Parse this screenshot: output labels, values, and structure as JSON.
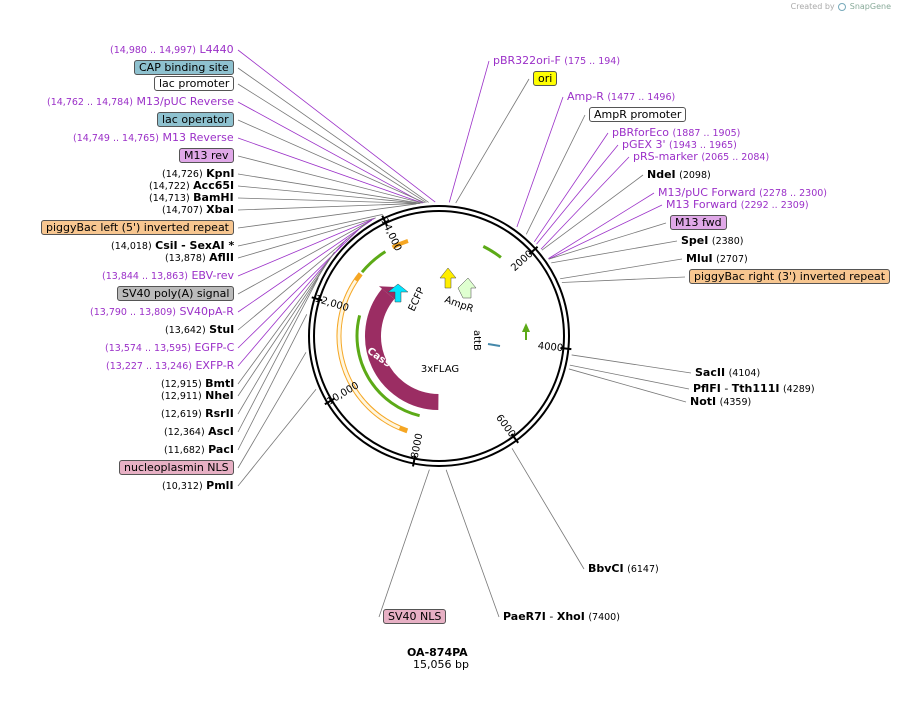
{
  "header": {
    "credit": "Created by",
    "brand": "SnapGene"
  },
  "plasmid": {
    "name": "OA-874PA",
    "size": "15,056 bp",
    "length": 15056
  },
  "colors": {
    "primer": "#9b30c8",
    "cas9": "#9b2d63",
    "ecfp": "#00e5ff",
    "ampr": "#ffee00",
    "amprPromoter": "#dfffd0",
    "arrowGreen": "#5caa17",
    "piggyBac": "#f5a623"
  },
  "ticks": [
    {
      "label": "2000",
      "bp": 2000
    },
    {
      "label": "4000",
      "bp": 4000
    },
    {
      "label": "6000",
      "bp": 6000
    },
    {
      "label": "8000",
      "bp": 8000
    },
    {
      "label": "10,000",
      "bp": 10000
    },
    {
      "label": "12,000",
      "bp": 12000
    },
    {
      "label": "14,000",
      "bp": 14000
    }
  ],
  "features": {
    "cas9": "Cas9",
    "flag": "3xFLAG",
    "ecfp": "ECFP",
    "ampr": "AmpR",
    "attb": "attB"
  },
  "left_labels": [
    {
      "kind": "primer",
      "name": "L4440",
      "pos": "(14,980 .. 14,997)",
      "bp": 14988
    },
    {
      "kind": "box",
      "style": "box-blue",
      "name": "CAP binding site",
      "bp": 14870
    },
    {
      "kind": "box",
      "style": "box-white",
      "name": "lac promoter",
      "bp": 14830
    },
    {
      "kind": "primer",
      "name": "M13/pUC Reverse",
      "pos": "(14,762 .. 14,784)",
      "bp": 14773
    },
    {
      "kind": "box",
      "style": "box-blue",
      "name": "lac operator",
      "bp": 14800
    },
    {
      "kind": "primer",
      "name": "M13 Reverse",
      "pos": "(14,749 .. 14,765)",
      "bp": 14757
    },
    {
      "kind": "box",
      "style": "box-purple",
      "name": "M13 rev",
      "bp": 14757
    },
    {
      "kind": "site",
      "name": "KpnI",
      "pos": "(14,726)",
      "bp": 14726
    },
    {
      "kind": "site",
      "name": "Acc65I",
      "pos": "(14,722)",
      "bp": 14722
    },
    {
      "kind": "site",
      "name": "BamHI",
      "pos": "(14,713)",
      "bp": 14713
    },
    {
      "kind": "site",
      "name": "XbaI",
      "pos": "(14,707)",
      "bp": 14707
    },
    {
      "kind": "box",
      "style": "box-orange",
      "name": "piggyBac left (5') inverted repeat",
      "bp": 14650
    },
    {
      "kind": "site",
      "name": "CsiI",
      "extra": "SexAI *",
      "pos": "(14,018)",
      "bp": 14018
    },
    {
      "kind": "site",
      "name": "AflII",
      "pos": "(13,878)",
      "bp": 13878
    },
    {
      "kind": "primer",
      "name": "EBV-rev",
      "pos": "(13,844 .. 13,863)",
      "bp": 13853
    },
    {
      "kind": "box",
      "style": "box-grey",
      "name": "SV40 poly(A) signal",
      "bp": 13800
    },
    {
      "kind": "primer",
      "name": "SV40pA-R",
      "pos": "(13,790 .. 13,809)",
      "bp": 13799
    },
    {
      "kind": "site",
      "name": "StuI",
      "pos": "(13,642)",
      "bp": 13642
    },
    {
      "kind": "primer",
      "name": "EGFP-C",
      "pos": "(13,574 .. 13,595)",
      "bp": 13584
    },
    {
      "kind": "primer",
      "name": "EXFP-R",
      "pos": "(13,227 .. 13,246)",
      "bp": 13236
    },
    {
      "kind": "site",
      "name": "BmtI",
      "pos": "(12,915)",
      "bp": 12915
    },
    {
      "kind": "site",
      "name": "NheI",
      "pos": "(12,911)",
      "bp": 12911
    },
    {
      "kind": "site",
      "name": "RsrII",
      "pos": "(12,619)",
      "bp": 12619
    },
    {
      "kind": "site",
      "name": "AscI",
      "pos": "(12,364)",
      "bp": 12364
    },
    {
      "kind": "site",
      "name": "PacI",
      "pos": "(11,682)",
      "bp": 11682
    },
    {
      "kind": "box",
      "style": "box-pink",
      "name": "nucleoplasmin NLS",
      "bp": 11000
    },
    {
      "kind": "site",
      "name": "PmlI",
      "pos": "(10,312)",
      "bp": 10312
    }
  ],
  "right_labels": [
    {
      "kind": "primer",
      "name": "pBR322ori-F",
      "pos": "(175 .. 194)",
      "bp": 184
    },
    {
      "kind": "box",
      "style": "box-yellow",
      "name": "ori",
      "bp": 300
    },
    {
      "kind": "primer",
      "name": "Amp-R",
      "pos": "(1477 .. 1496)",
      "bp": 1486
    },
    {
      "kind": "box",
      "style": "box-white",
      "name": "AmpR promoter",
      "bp": 1700
    },
    {
      "kind": "primer",
      "name": "pBRforEco",
      "pos": "(1887 .. 1905)",
      "bp": 1896
    },
    {
      "kind": "primer",
      "name": "pGEX 3'",
      "pos": "(1943 .. 1965)",
      "bp": 1954
    },
    {
      "kind": "primer",
      "name": "pRS-marker",
      "pos": "(2065 .. 2084)",
      "bp": 2074
    },
    {
      "kind": "site",
      "name": "NdeI",
      "pos": "(2098)",
      "bp": 2098
    },
    {
      "kind": "primer",
      "name": "M13/pUC Forward",
      "pos": "(2278 .. 2300)",
      "bp": 2289
    },
    {
      "kind": "primer",
      "name": "M13 Forward",
      "pos": "(2292 .. 2309)",
      "bp": 2300
    },
    {
      "kind": "box",
      "style": "box-purple",
      "name": "M13 fwd",
      "bp": 2300
    },
    {
      "kind": "site",
      "name": "SpeI",
      "pos": "(2380)",
      "bp": 2380
    },
    {
      "kind": "site",
      "name": "MluI",
      "pos": "(2707)",
      "bp": 2707
    },
    {
      "kind": "box",
      "style": "box-orange",
      "name": "piggyBac right (3') inverted repeat",
      "bp": 2780
    },
    {
      "kind": "site",
      "name": "SacII",
      "pos": "(4104)",
      "bp": 4104
    },
    {
      "kind": "site",
      "name": "PflFI",
      "extra": "Tth111I",
      "pos": "(4289)",
      "bp": 4289
    },
    {
      "kind": "site",
      "name": "NotI",
      "pos": "(4359)",
      "bp": 4359
    },
    {
      "kind": "site",
      "name": "BbvCI",
      "pos": "(6147)",
      "bp": 6147
    },
    {
      "kind": "site",
      "name": "PaeR7I",
      "extra": "XhoI",
      "pos": "(7400)",
      "bp": 7400
    },
    {
      "kind": "box",
      "style": "box-pink",
      "name": "SV40 NLS",
      "bp": 7700
    }
  ]
}
